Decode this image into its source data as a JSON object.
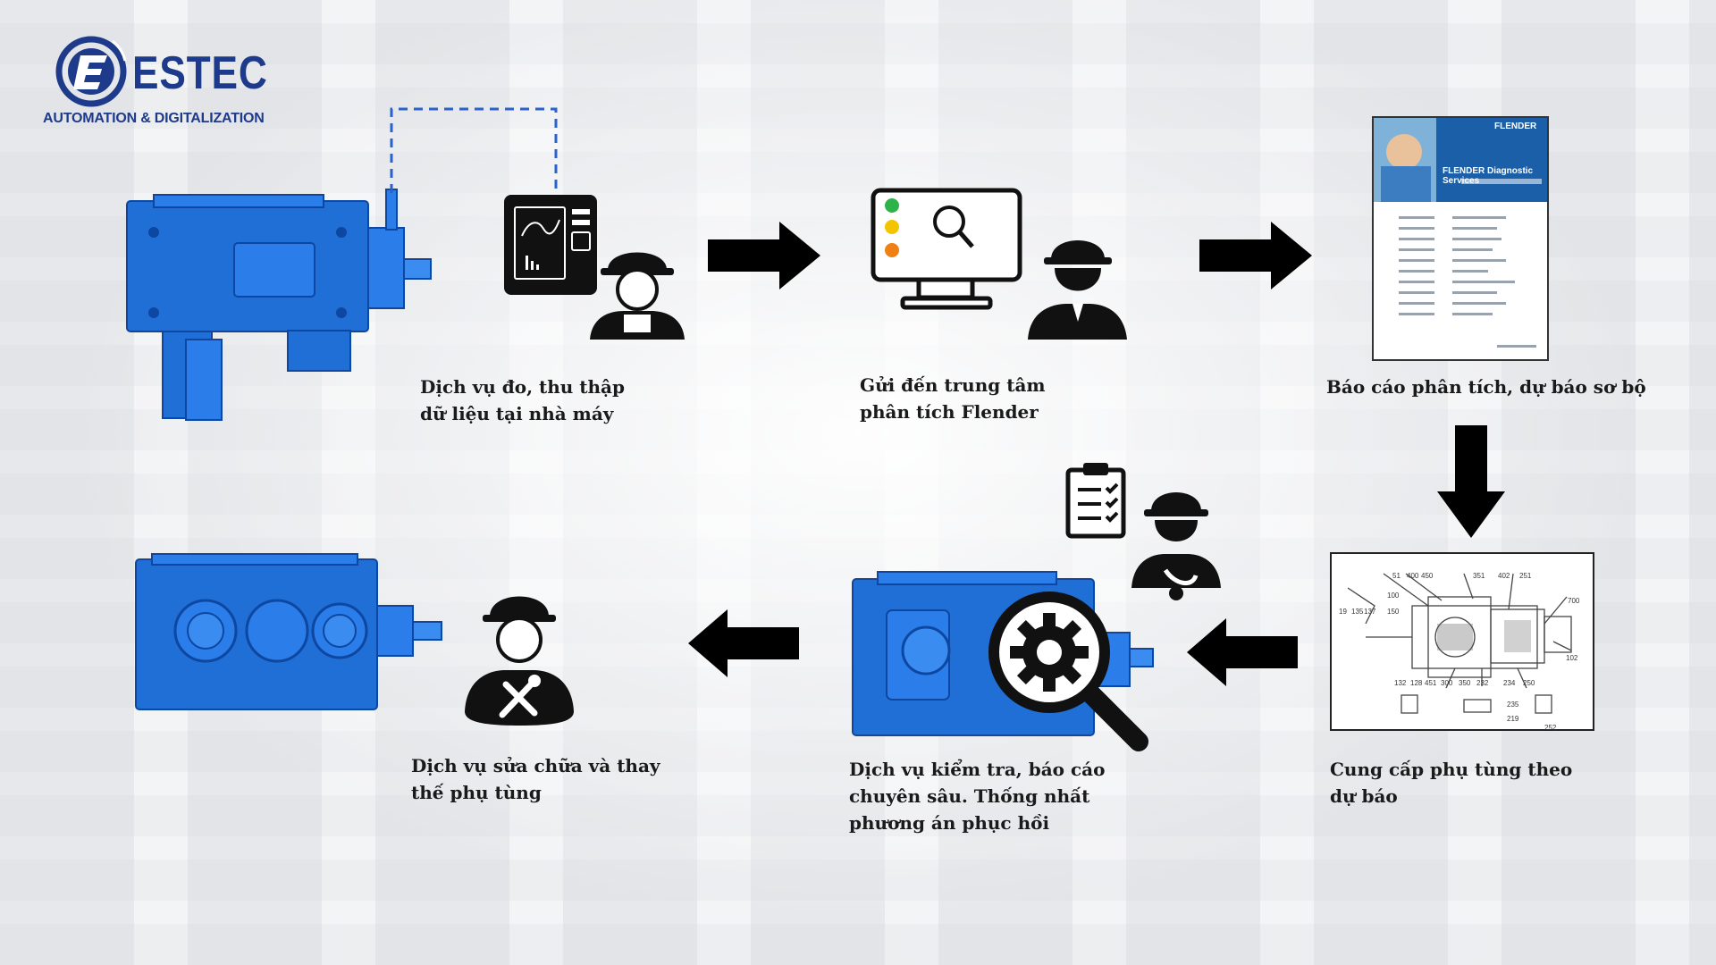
{
  "brand": {
    "name": "ESTEC",
    "tagline": "AUTOMATION & DIGITALIZATION",
    "primary_color": "#1e3a8a",
    "gearbox_color": "#1f6fd6"
  },
  "steps": [
    {
      "id": 1,
      "label": "Dịch vụ đo, thu thập dữ liệu tại nhà máy"
    },
    {
      "id": 2,
      "label": "Gửi đến trung tâm phân tích Flender"
    },
    {
      "id": 3,
      "label": "Báo cáo phân tích, dự báo sơ bộ"
    },
    {
      "id": 4,
      "label": "Cung cấp phụ tùng theo dự báo"
    },
    {
      "id": 5,
      "label": "Dịch vụ kiểm tra, báo cáo chuyên sâu. Thống nhất phương án phục hồi"
    },
    {
      "id": 6,
      "label": "Dịch vụ sửa chữa và thay thế phụ tùng"
    }
  ],
  "report": {
    "brand": "FLENDER",
    "title": "FLENDER Diagnostic Services"
  },
  "drawing_labels": [
    "51",
    "400",
    "450",
    "351",
    "402",
    "251",
    "100",
    "19",
    "135",
    "137",
    "150",
    "700",
    "102",
    "132",
    "128",
    "451",
    "300",
    "350",
    "232",
    "234",
    "250",
    "235",
    "219",
    "252"
  ],
  "icons": [
    "estec-logo",
    "gearbox-icon",
    "data-logger-icon",
    "worker-icon",
    "monitor-icon",
    "engineer-icon",
    "report-icon",
    "parts-drawing-icon",
    "clipboard-icon",
    "support-engineer-icon",
    "inspection-icon",
    "repair-worker-icon",
    "arrow-right-icon",
    "arrow-down-icon",
    "arrow-left-icon"
  ]
}
